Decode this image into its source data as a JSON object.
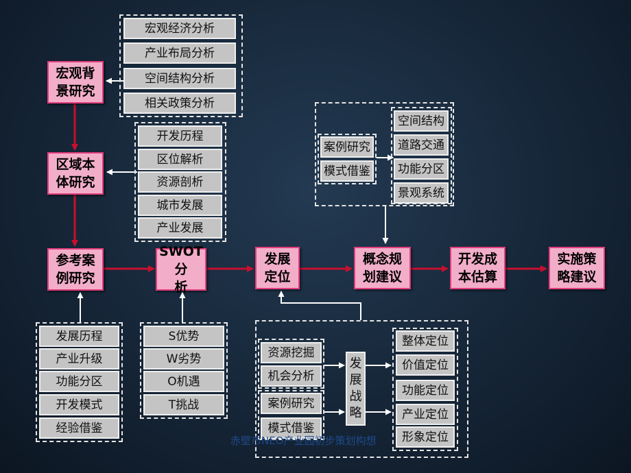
{
  "macro": {
    "title": "宏观背\n景研究",
    "items": [
      "宏观经济分析",
      "产业布局分析",
      "空间结构分析",
      "相关政策分析"
    ]
  },
  "region": {
    "title": "区域本\n体研究",
    "items": [
      "开发历程",
      "区位解析",
      "资源剖析",
      "城市发展",
      "产业发展"
    ]
  },
  "cases": {
    "title": "参考案\n例研究",
    "items": [
      "发展历程",
      "产业升级",
      "功能分区",
      "开发模式",
      "经验借鉴"
    ]
  },
  "swot": {
    "title": "SWOT分\n析",
    "items": [
      "S优势",
      "W劣势",
      "O机遇",
      "T挑战"
    ]
  },
  "positioning": {
    "title": "发展\n定位",
    "inputs_a": [
      "资源挖掘",
      "机会分析"
    ],
    "inputs_b": [
      "案例研究",
      "模式借鉴"
    ],
    "strategy": "发\n展\n战\n略",
    "outputs": [
      "整体定位",
      "价值定位",
      "功能定位",
      "产业定位",
      "形象定位"
    ]
  },
  "concept": {
    "title": "概念规\n划建议",
    "inputs": [
      "案例研究",
      "模式借鉴"
    ],
    "outputs": [
      "空间结构",
      "道路交通",
      "功能分区",
      "景观系统"
    ]
  },
  "cost": {
    "title": "开发成\n本估算"
  },
  "implement": {
    "title": "实施策\n略建议"
  },
  "footer": "赤壁市NEO产业园初步策划构想",
  "colors": {
    "accent_border": "#e23d7e",
    "accent_fill": "#f2aec8",
    "arrow_red": "#c8102e"
  }
}
